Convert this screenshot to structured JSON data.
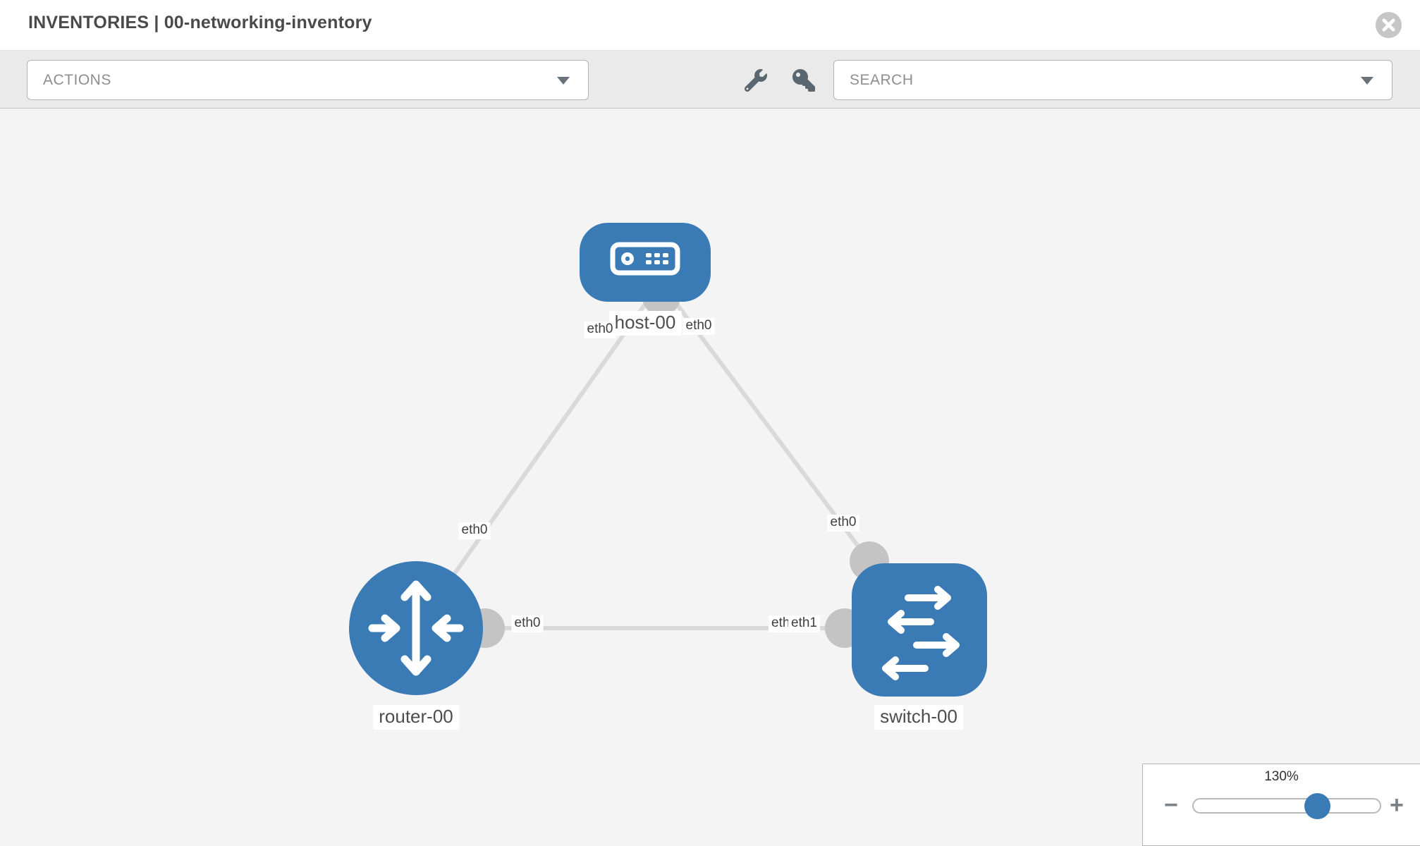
{
  "header": {
    "title": "INVENTORIES | 00-networking-inventory",
    "close_icon": "x-circle-icon"
  },
  "toolbar": {
    "actions_dropdown": {
      "label": "ACTIONS"
    },
    "tool_icons": [
      "wrench-icon",
      "key-icon"
    ],
    "search_dropdown": {
      "placeholder": "SEARCH"
    }
  },
  "diagram": {
    "nodes": [
      {
        "id": "host-00",
        "type": "host",
        "label": "host-00"
      },
      {
        "id": "router-00",
        "type": "router",
        "label": "router-00"
      },
      {
        "id": "switch-00",
        "type": "switch",
        "label": "switch-00"
      }
    ],
    "links": [
      {
        "from": "router-00",
        "to": "host-00",
        "from_interface": "eth0",
        "to_interface": "eth0"
      },
      {
        "from": "host-00",
        "to": "switch-00",
        "from_interface": "eth0",
        "to_interface": "eth0"
      },
      {
        "from": "router-00",
        "to": "switch-00",
        "from_interface": "eth0",
        "to_interface": "eth1"
      }
    ],
    "overlap_back_label": "eth0"
  },
  "zoom_control": {
    "level": "130%",
    "zoom_out_label": "−",
    "zoom_in_label": "+"
  },
  "colors": {
    "node_blue": "#3a7ab5",
    "interface_gray": "#c4c4c4",
    "link_gray": "#d9d9d9",
    "toolbar_bg": "#eaeaea",
    "canvas_bg": "#f4f4f4"
  }
}
